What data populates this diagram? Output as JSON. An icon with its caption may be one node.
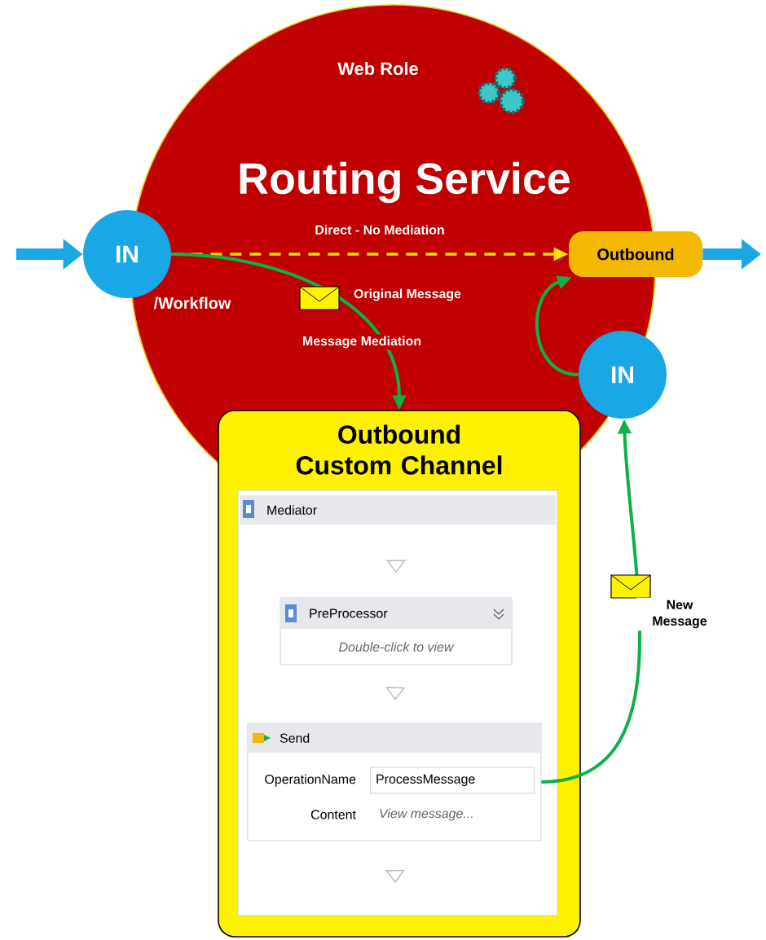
{
  "diagram": {
    "nodes": [
      {
        "text": [
          "Web Role",
          "Routing Service"
        ]
      },
      {
        "text": [
          "IN"
        ],
        "beside": [
          "/Workflow"
        ]
      },
      {
        "text": [
          "Outbound"
        ]
      },
      {
        "text": [
          "IN"
        ]
      },
      {
        "text": [
          "Outbound Custom Channel"
        ]
      },
      {
        "text": [
          "Mediator"
        ],
        "in": 4
      },
      {
        "text": [
          "PreProcessor",
          "Double-click to view"
        ],
        "in": 5
      },
      {
        "text": [
          "Send",
          "OperationName",
          "ProcessMessage",
          "Content",
          "View message..."
        ],
        "in": 5
      }
    ],
    "edges": [
      {
        "from": null,
        "to": 1,
        "arrow": "to",
        "style": "thick",
        "color": "#1aa7e6"
      },
      {
        "from": 1,
        "to": 2,
        "arrow": "to",
        "label": "Direct - No Mediation",
        "style": "dashed",
        "color": "#ffe000"
      },
      {
        "from": 1,
        "to": 4,
        "arrow": "to",
        "label": "Original Message"
      },
      {
        "from": 7,
        "to": 3,
        "arrow": "to",
        "label": "New Message"
      },
      {
        "from": 3,
        "to": 2,
        "arrow": "to"
      },
      {
        "from": 2,
        "to": null,
        "arrow": "to",
        "style": "thick",
        "color": "#1aa7e6"
      },
      {
        "from": null,
        "to": 6,
        "arrow": "to",
        "color": "#b4b9c0"
      },
      {
        "from": 6,
        "to": 7,
        "arrow": "to",
        "color": "#b4b9c0"
      },
      {
        "from": 7,
        "to": null,
        "arrow": "to",
        "color": "#b4b9c0"
      }
    ],
    "labels": [
      "Message Mediation"
    ]
  }
}
